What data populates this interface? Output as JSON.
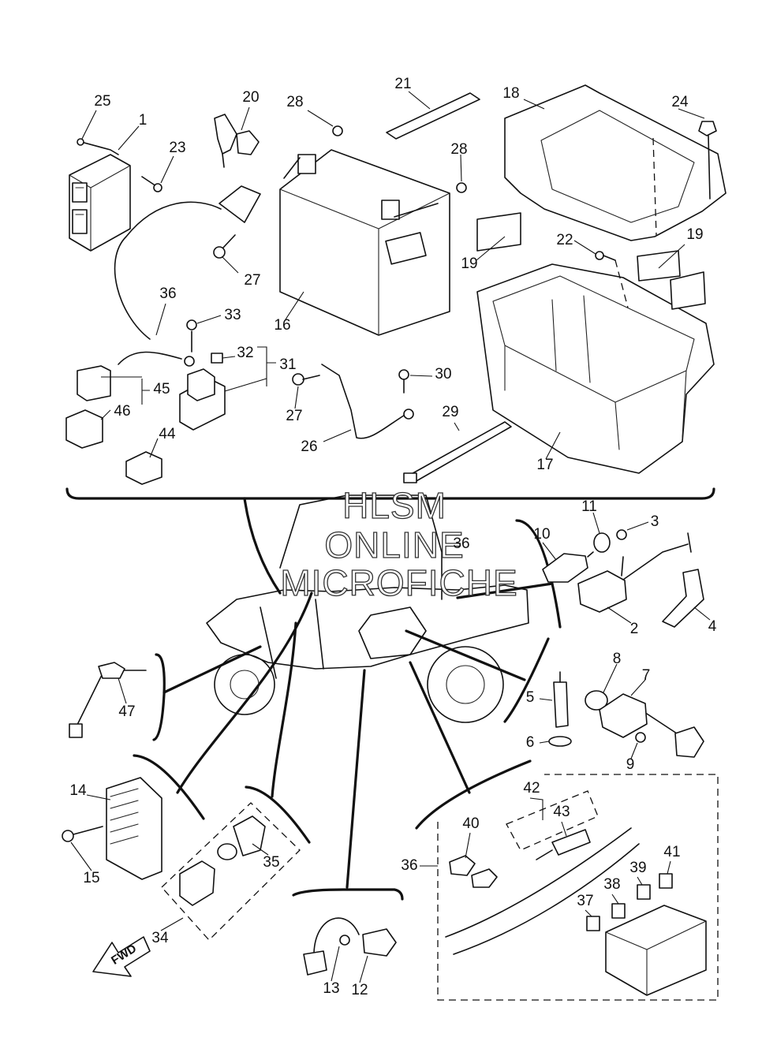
{
  "watermark": {
    "line1": "HLSM",
    "line2": "ONLINE",
    "line3": "MICROFICHE"
  },
  "fwd_label": "FWD",
  "callouts": [
    "25",
    "1",
    "20",
    "28",
    "21",
    "18",
    "24",
    "23",
    "28",
    "27",
    "22",
    "19",
    "19",
    "36",
    "33",
    "16",
    "32",
    "31",
    "45",
    "46",
    "27",
    "30",
    "29",
    "26",
    "17",
    "44",
    "11",
    "3",
    "10",
    "36",
    "2",
    "4",
    "47",
    "8",
    "7",
    "5",
    "6",
    "9",
    "14",
    "15",
    "42",
    "43",
    "40",
    "36",
    "35",
    "41",
    "39",
    "38",
    "37",
    "34",
    "13",
    "12"
  ]
}
